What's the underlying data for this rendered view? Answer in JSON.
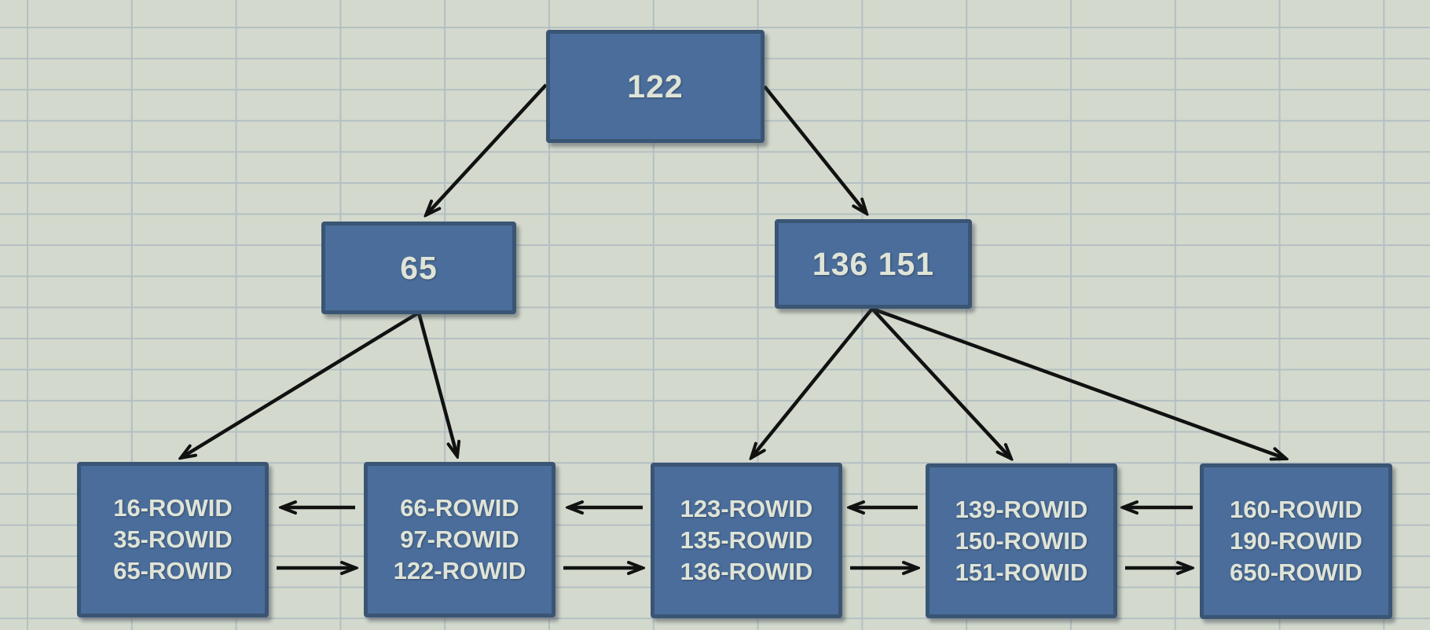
{
  "diagram": {
    "root": {
      "label": "122"
    },
    "branches": [
      {
        "label": "65"
      },
      {
        "label": "136 151"
      }
    ],
    "leaves": [
      {
        "entries": [
          "16-ROWID",
          "35-ROWID",
          "65-ROWID"
        ]
      },
      {
        "entries": [
          "66-ROWID",
          "97-ROWID",
          "122-ROWID"
        ]
      },
      {
        "entries": [
          "123-ROWID",
          "135-ROWID",
          "136-ROWID"
        ]
      },
      {
        "entries": [
          "139-ROWID",
          "150-ROWID",
          "151-ROWID"
        ]
      },
      {
        "entries": [
          "160-ROWID",
          "190-ROWID",
          "650-ROWID"
        ]
      }
    ]
  },
  "colors": {
    "node_fill": "#4a6d9b",
    "node_border": "#3a5574",
    "node_text": "#dfe4d8",
    "arrow": "#111111",
    "grid_background": "#d3d9cc",
    "grid_line": "#b4bfc3"
  }
}
